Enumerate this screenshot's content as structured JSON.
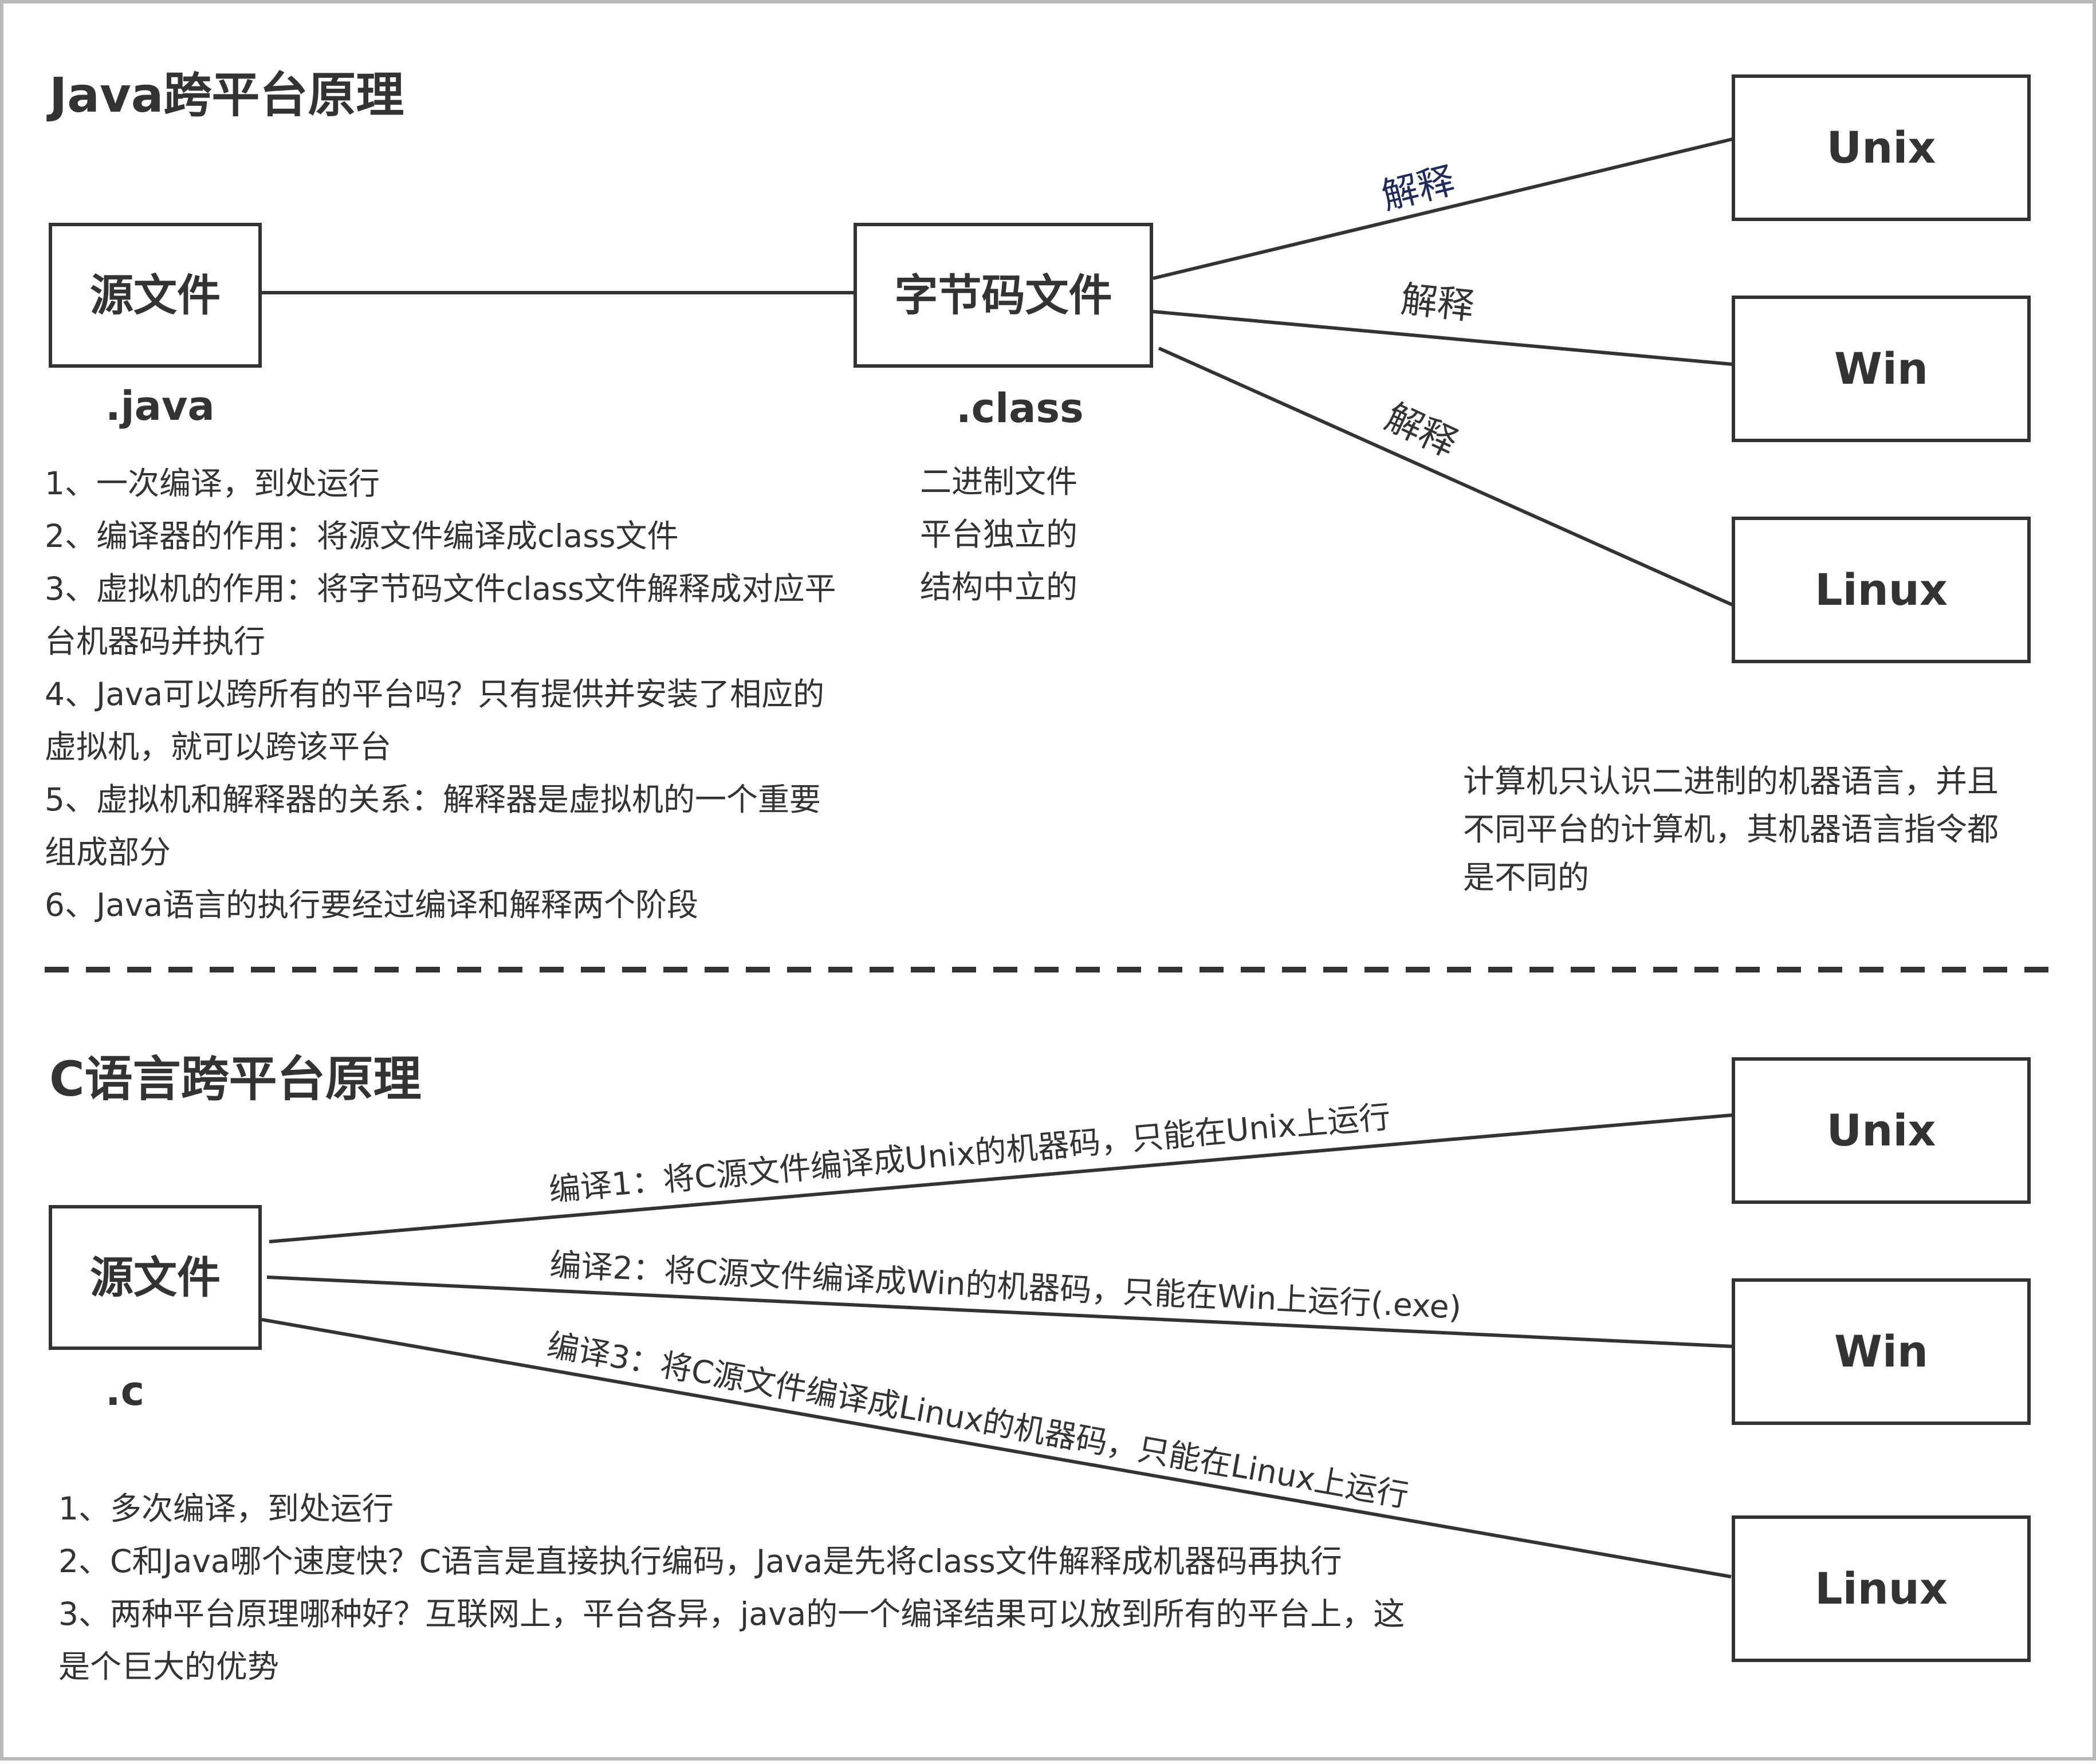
{
  "java_section": {
    "title": "Java跨平台原理",
    "source_box": {
      "label": "源文件",
      "ext": ".java"
    },
    "bytecode_box": {
      "label": "字节码文件",
      "ext": ".class"
    },
    "bytecode_notes": [
      "二进制文件",
      "平台独立的",
      "结构中立的"
    ],
    "targets": [
      "Unix",
      "Win",
      "Linux"
    ],
    "edge_labels": [
      "解释",
      "解释",
      "解释"
    ],
    "notes": [
      "1、一次编译，到处运行",
      "2、编译器的作用：将源文件编译成class文件",
      "3、虚拟机的作用：将字节码文件class文件解释成对应平",
      "台机器码并执行",
      "4、Java可以跨所有的平台吗？只有提供并安装了相应的",
      "虚拟机，就可以跨该平台",
      "5、虚拟机和解释器的关系：解释器是虚拟机的一个重要",
      "组成部分",
      "6、Java语言的执行要经过编译和解释两个阶段"
    ],
    "side_note": [
      "计算机只认识二进制的机器语言，并且",
      "不同平台的计算机，其机器语言指令都",
      "是不同的"
    ]
  },
  "c_section": {
    "title": "C语言跨平台原理",
    "source_box": {
      "label": "源文件",
      "ext": ".c"
    },
    "targets": [
      "Unix",
      "Win",
      "Linux"
    ],
    "edge_labels": [
      "编译1：将C源文件编译成Unix的机器码，只能在Unix上运行",
      "编译2：将C源文件编译成Win的机器码，只能在Win上运行(.exe)",
      "编译3：将C源文件编译成Linux的机器码，只能在Linux上运行"
    ],
    "notes": [
      "1、多次编译，到处运行",
      "2、C和Java哪个速度快？C语言是直接执行编码，Java是先将class文件解释成机器码再执行",
      "3、两种平台原理哪种好？互联网上，平台各异，java的一个编译结果可以放到所有的平台上，这",
      "是个巨大的优势"
    ]
  },
  "colors": {
    "line": "#333333",
    "text": "#333333",
    "frame": "#b9b9b9",
    "edge_label_accent": "#1f2b5a"
  }
}
